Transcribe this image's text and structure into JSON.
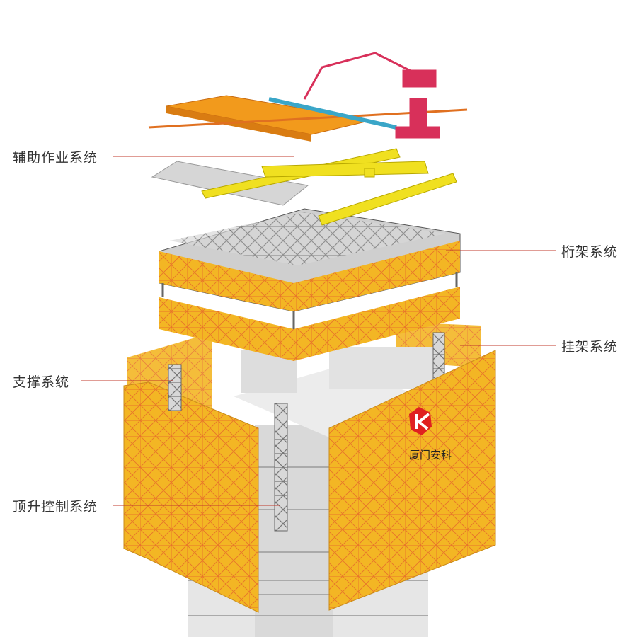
{
  "labels": {
    "auxiliary": "辅助作业系统",
    "truss": "桁架系统",
    "hanging": "挂架系统",
    "support": "支撑系统",
    "jacking": "顶升控制系统"
  },
  "logo": {
    "text": "厦门安科"
  },
  "colors": {
    "panel": "#f3b624",
    "grid": "#e8742a",
    "leader": "#c0392b",
    "pump": "#d8305a",
    "crane": "#f0e020",
    "canopy": "#f29a1c"
  }
}
